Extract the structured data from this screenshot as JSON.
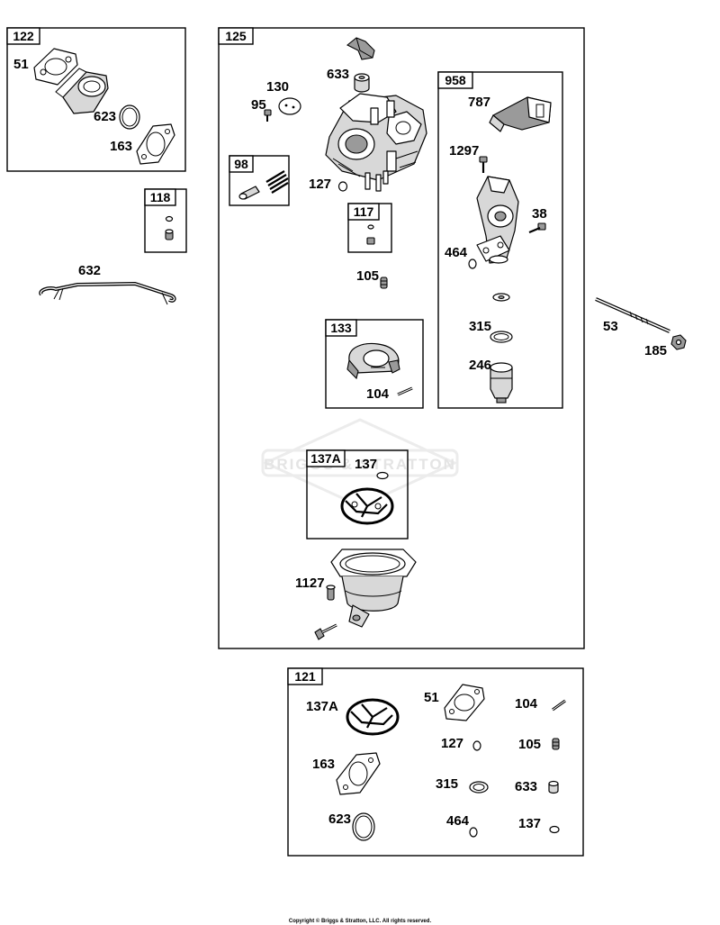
{
  "groups": {
    "g122": "122",
    "g118": "118",
    "g125": "125",
    "g98": "98",
    "g117": "117",
    "g133": "133",
    "g958": "958",
    "g137a": "137A",
    "g121": "121"
  },
  "labels": {
    "p51": "51",
    "p623": "623",
    "p163": "163",
    "p632": "632",
    "p633": "633",
    "p130": "130",
    "p95": "95",
    "p127": "127",
    "p105": "105",
    "p104": "104",
    "p787": "787",
    "p1297": "1297",
    "p38": "38",
    "p464": "464",
    "p315": "315",
    "p246": "246",
    "p137": "137",
    "p1127": "1127",
    "p53": "53",
    "p185": "185"
  },
  "kit_labels": {
    "k137a": "137A",
    "k51": "51",
    "k104": "104",
    "k127": "127",
    "k105": "105",
    "k163": "163",
    "k315": "315",
    "k633": "633",
    "k623": "623",
    "k464": "464",
    "k137": "137"
  },
  "watermark": "BRIGGS & STRATTON",
  "copyright": "Copyright © Briggs & Stratton, LLC. All rights reserved."
}
